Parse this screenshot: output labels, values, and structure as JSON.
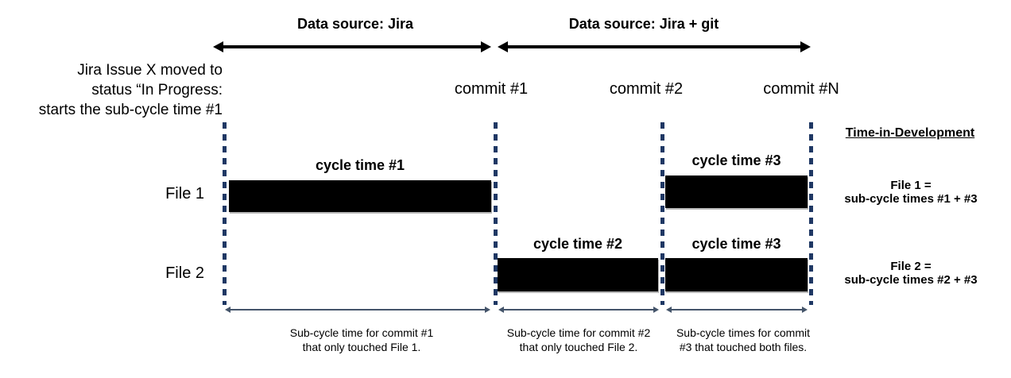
{
  "colors": {
    "bar": "#000000",
    "dash": "#1f3864",
    "arrow": "#000000",
    "sub_arrow": "#44546a"
  },
  "header": {
    "ranges": [
      {
        "label": "Data source: Jira"
      },
      {
        "label": "Data source: Jira + git"
      }
    ]
  },
  "left_note": {
    "lines": [
      "Jira Issue X moved to",
      "status “In Progress:",
      "starts the sub-cycle time #1"
    ]
  },
  "commits": [
    {
      "label": "commit #1"
    },
    {
      "label": "commit #2"
    },
    {
      "label": "commit #N"
    }
  ],
  "rows": [
    {
      "label": "File 1"
    },
    {
      "label": "File 2"
    }
  ],
  "bars": [
    {
      "label": "cycle time #1",
      "file": "File 1",
      "segment": 1
    },
    {
      "label": "cycle time #2",
      "file": "File 2",
      "segment": 2
    },
    {
      "label": "cycle time #3",
      "file": "File 1",
      "segment": 3
    },
    {
      "label": "cycle time #3",
      "file": "File 2",
      "segment": 3
    }
  ],
  "summary": {
    "title": "Time-in-Development",
    "items": [
      {
        "line1": "File 1 =",
        "line2": "sub-cycle times #1 + #3"
      },
      {
        "line1": "File 2 =",
        "line2": "sub-cycle times #2 + #3"
      }
    ]
  },
  "captions": [
    {
      "line1": "Sub-cycle time for commit #1",
      "line2": "that only touched File 1."
    },
    {
      "line1": "Sub-cycle time for commit #2",
      "line2": "that only touched File 2."
    },
    {
      "line1": "Sub-cycle times for commit",
      "line2": "#3 that touched both files."
    }
  ]
}
